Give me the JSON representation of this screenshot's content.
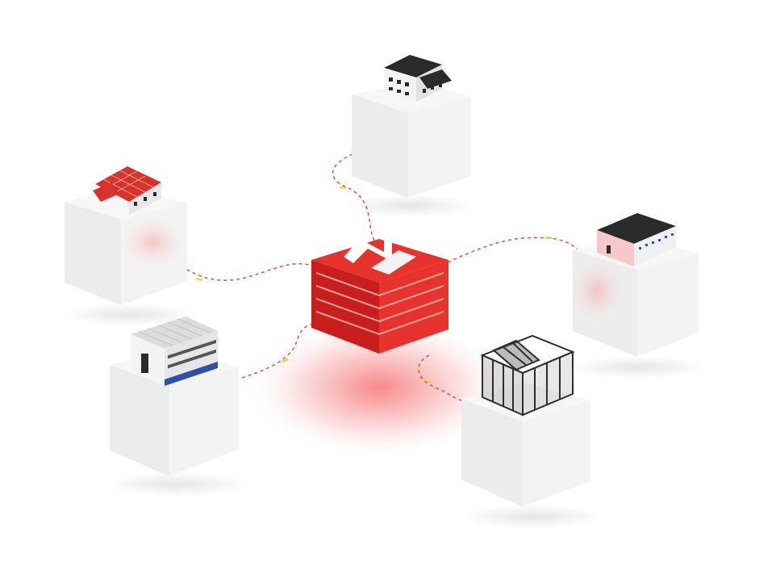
{
  "scene": {
    "hub": {
      "icon": "logo-mark-icon"
    },
    "nodes": [
      {
        "id": "two-storey-house",
        "icon": "house-icon"
      },
      {
        "id": "red-roof-house",
        "icon": "solar-roof-house-icon"
      },
      {
        "id": "barn",
        "icon": "barn-icon"
      },
      {
        "id": "warehouse",
        "icon": "warehouse-icon"
      },
      {
        "id": "greenhouse",
        "icon": "greenhouse-icon"
      }
    ]
  },
  "colors": {
    "accent": "#e8322c",
    "hub_dark": "#c81e1e",
    "connector": "#e54b43",
    "connector_highlight": "#f5d23a",
    "cube_top": "#f7f7f7",
    "cube_left": "#ececec",
    "cube_right": "#f3f3f3",
    "roof_dark": "#2a2a2a",
    "trim_blue": "#2d4fb0"
  }
}
